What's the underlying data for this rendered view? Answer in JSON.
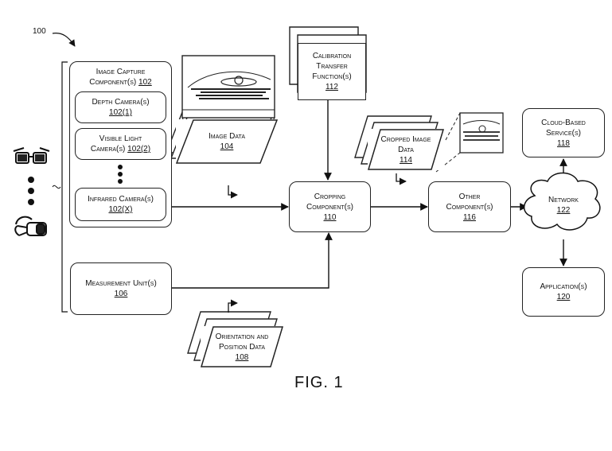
{
  "figure": {
    "number_label": "100",
    "caption": "FIG. 1"
  },
  "image_capture": {
    "title_line1": "Image Capture",
    "title_line2": "Component(s)",
    "ref": "102"
  },
  "depth_camera": {
    "line1": "Depth Camera(s)",
    "ref": "102(1)"
  },
  "visible_camera": {
    "line1": "Visible Light",
    "line2": "Camera(s)",
    "ref": "102(2)"
  },
  "infrared_camera": {
    "line1": "Infrared Camera(s)",
    "ref": "102(X)"
  },
  "measurement_unit": {
    "line1": "Measurement Unit(s)",
    "ref": "106"
  },
  "image_data": {
    "line1": "Image Data",
    "ref": "104"
  },
  "orientation_data": {
    "line1": "Orientation and",
    "line2": "Position Data",
    "ref": "108"
  },
  "calibration": {
    "line1": "Calibration",
    "line2": "Transfer",
    "line3": "Function(s)",
    "ref": "112"
  },
  "cropped_image": {
    "line1": "Cropped Image",
    "line2": "Data",
    "ref": "114"
  },
  "cropping": {
    "line1": "Cropping",
    "line2": "Component(s)",
    "ref": "110"
  },
  "other": {
    "line1": "Other",
    "line2": "Component(s)",
    "ref": "116"
  },
  "network": {
    "line1": "Network",
    "ref": "122"
  },
  "cloud_service": {
    "line1": "Cloud-Based",
    "line2": "Service(s)",
    "ref": "118"
  },
  "application": {
    "line1": "Application(s)",
    "ref": "120"
  }
}
